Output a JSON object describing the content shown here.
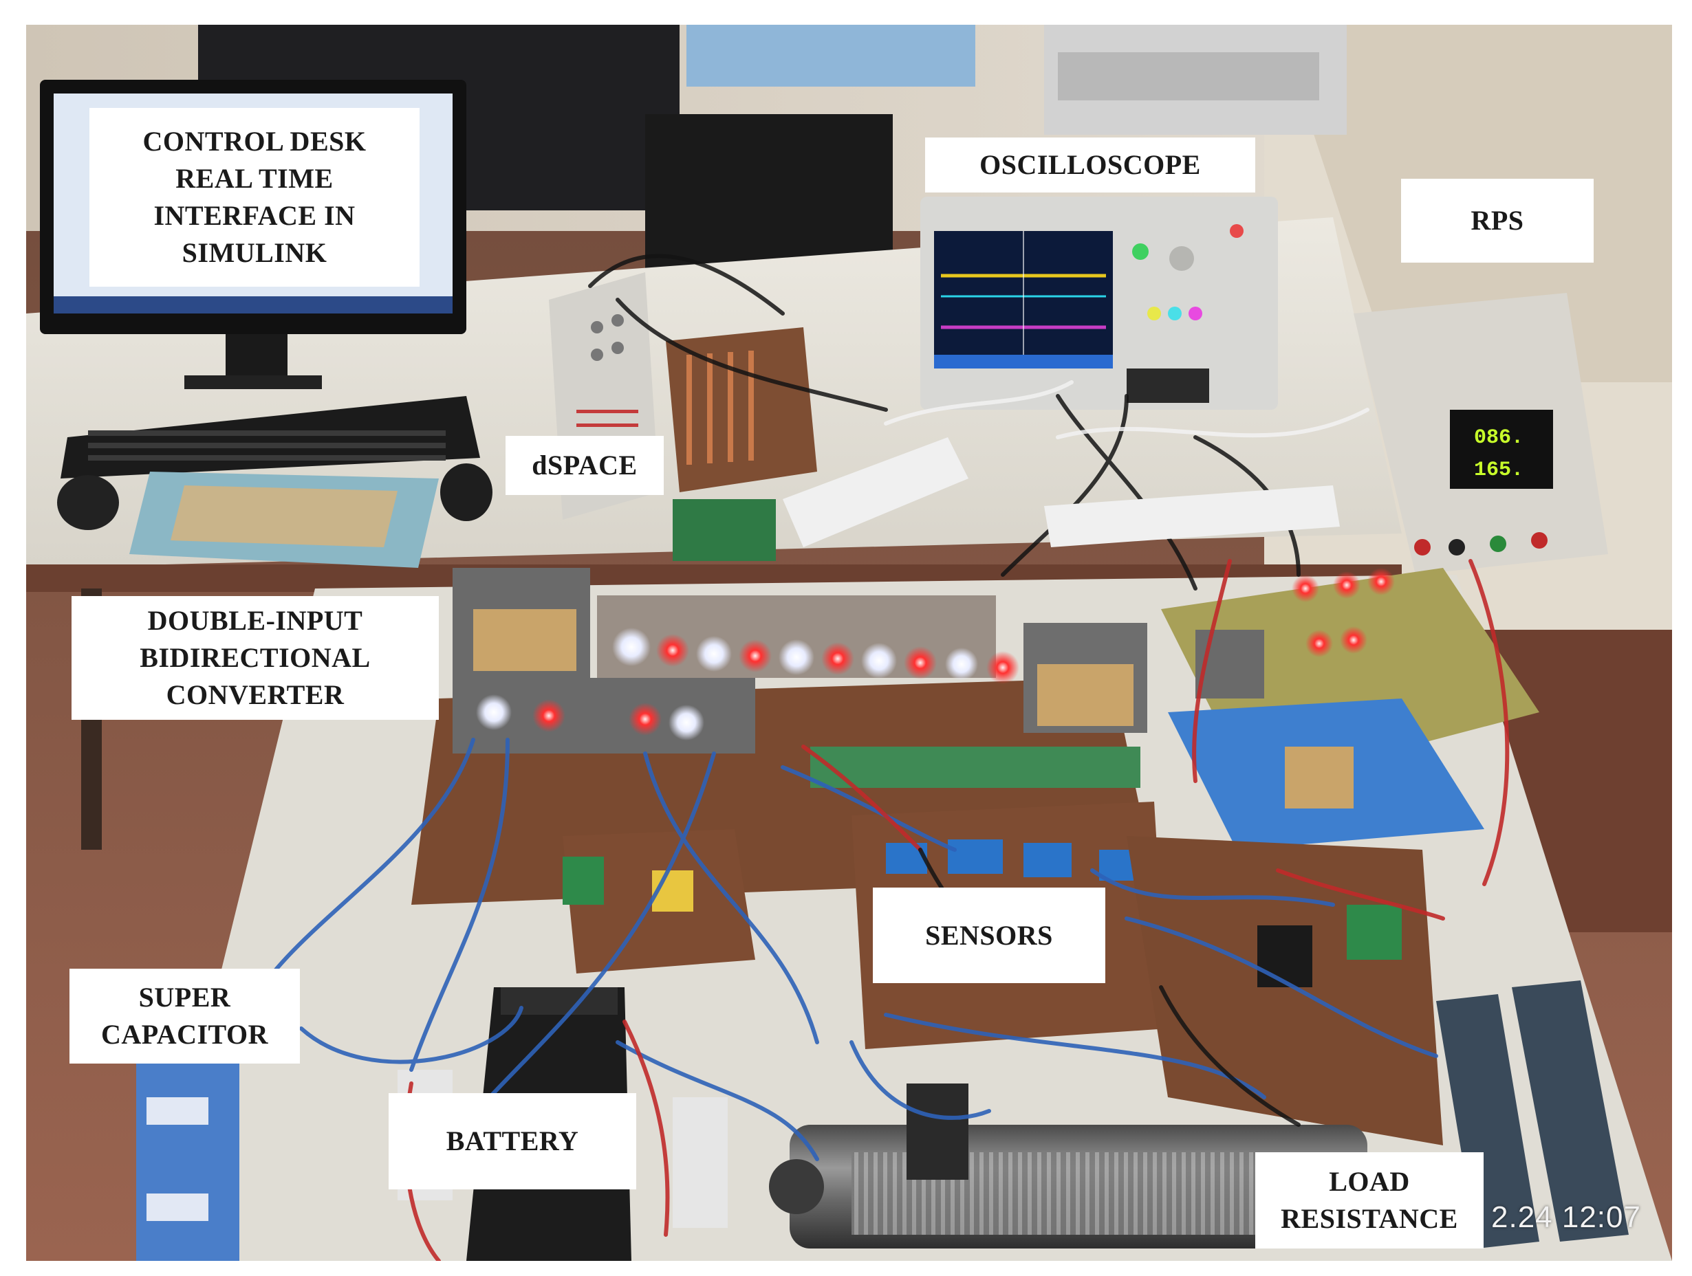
{
  "labels": {
    "control_desk": [
      "CONTROL DESK",
      "REAL TIME",
      "INTERFACE IN",
      "SIMULINK"
    ],
    "oscilloscope": [
      "OSCILLOSCOPE"
    ],
    "rps": [
      "RPS"
    ],
    "dspace": [
      "dSPACE"
    ],
    "converter": [
      "DOUBLE-INPUT",
      "BIDIRECTIONAL",
      "CONVERTER"
    ],
    "sensors": [
      "SENSORS"
    ],
    "super_capacitor": [
      "SUPER",
      "CAPACITOR"
    ],
    "battery": [
      "BATTERY"
    ],
    "load_resistance": [
      "LOAD",
      "RESISTANCE"
    ]
  },
  "power_supply_display": {
    "upper": "086.",
    "lower": "165."
  },
  "timestamp": "2.24 12:07",
  "colors": {
    "wall": "#d9d2c6",
    "floor": "#8a5a48",
    "table_top": "#e7e4dc",
    "board": "#7a4a30",
    "wire_blue": "#2e62b8",
    "wire_red": "#c02a2a",
    "led_red": "#ff3030",
    "led_white": "#f2f4ff",
    "display_green": "#c8ff2a"
  }
}
